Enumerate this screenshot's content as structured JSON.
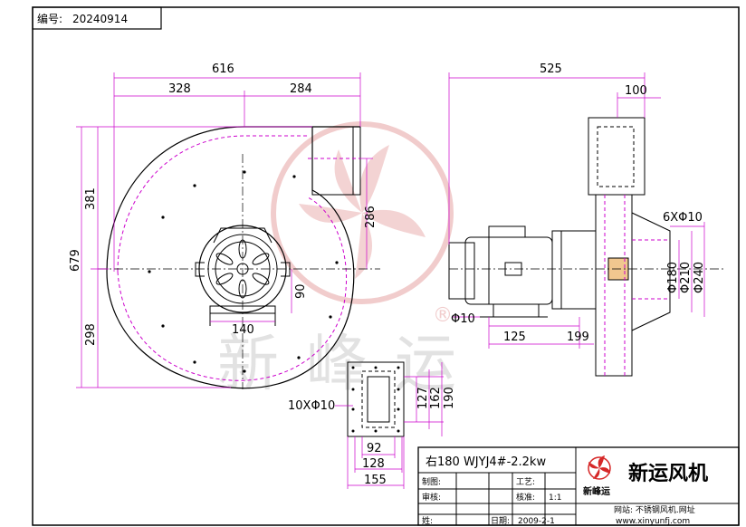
{
  "drawing_no": {
    "label": "编号:",
    "value": "20240914"
  },
  "watermark": {
    "company_text": "新峰运",
    "registered_mark": "®"
  },
  "front_view": {
    "overall_width": "616",
    "left_width": "328",
    "right_width": "284",
    "overall_height": "679",
    "upper_height": "381",
    "lower_height": "298",
    "outlet_height": "286",
    "inlet_offset": "90",
    "base_width": "140"
  },
  "side_view": {
    "overall_length": "525",
    "flange_width": "100",
    "bolt_holes": "6XΦ10",
    "dia_inner": "Φ180",
    "dia_mid": "Φ210",
    "dia_outer": "Φ240",
    "foot_hole": "Φ10",
    "foot_span_a": "125",
    "foot_span_b": "199"
  },
  "flange_view": {
    "bolt_holes": "10XΦ10",
    "inner_w": "92",
    "mid_w": "128",
    "outer_w": "155",
    "inner_h": "127",
    "mid_h": "162",
    "outer_h": "190"
  },
  "title_block": {
    "model": "右180 WJYJ4#-2.2kw",
    "drawn_label": "制图:",
    "audit_label": "审核:",
    "craft_label": "工艺:",
    "approve_label": "核准:",
    "scale": "1:1",
    "sign_label": "姓:",
    "date_label": "日期:",
    "date": "2009-2-1",
    "company": "新运风机",
    "logo_text": "新峰运",
    "website_label": "网站: 不锈钢风机.网址",
    "website_url": "www.xinyunfj.com"
  },
  "colors": {
    "line": "#000000",
    "hidden": "#cc00cc",
    "watermark": "#e6a3a3",
    "watermark_text": "#c8c8c8",
    "logo_red": "#d62828"
  }
}
